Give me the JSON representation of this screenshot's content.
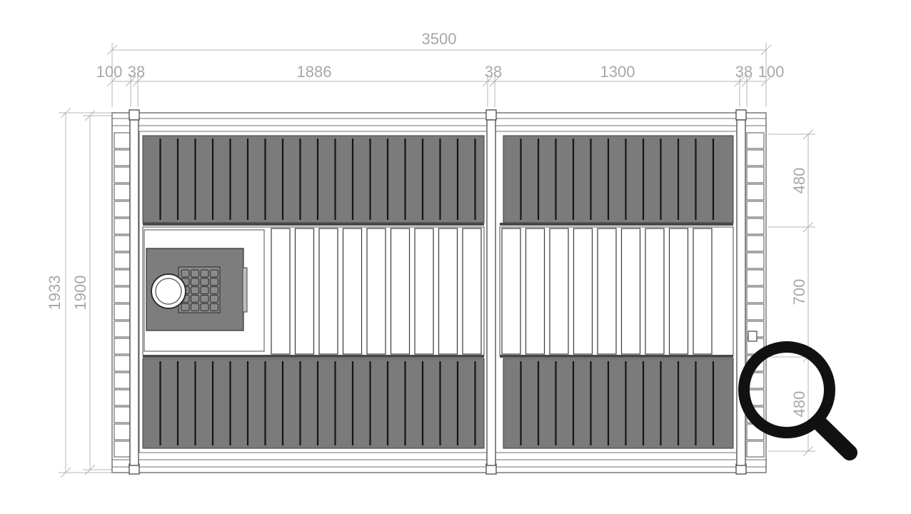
{
  "dimensions": {
    "overall_width": "3500",
    "top_row": [
      "100",
      "38",
      "1886",
      "38",
      "1300",
      "38",
      "100"
    ],
    "left_outer": "1933",
    "left_inner": "1900",
    "right_column": [
      "480",
      "700",
      "480"
    ]
  },
  "icons": {
    "zoom": "magnifier-icon",
    "heater": "sauna-heater-icon"
  },
  "colors": {
    "bench": "#7b7b7b",
    "lines": "#b4b4b4",
    "text": "#a8a8a8"
  }
}
